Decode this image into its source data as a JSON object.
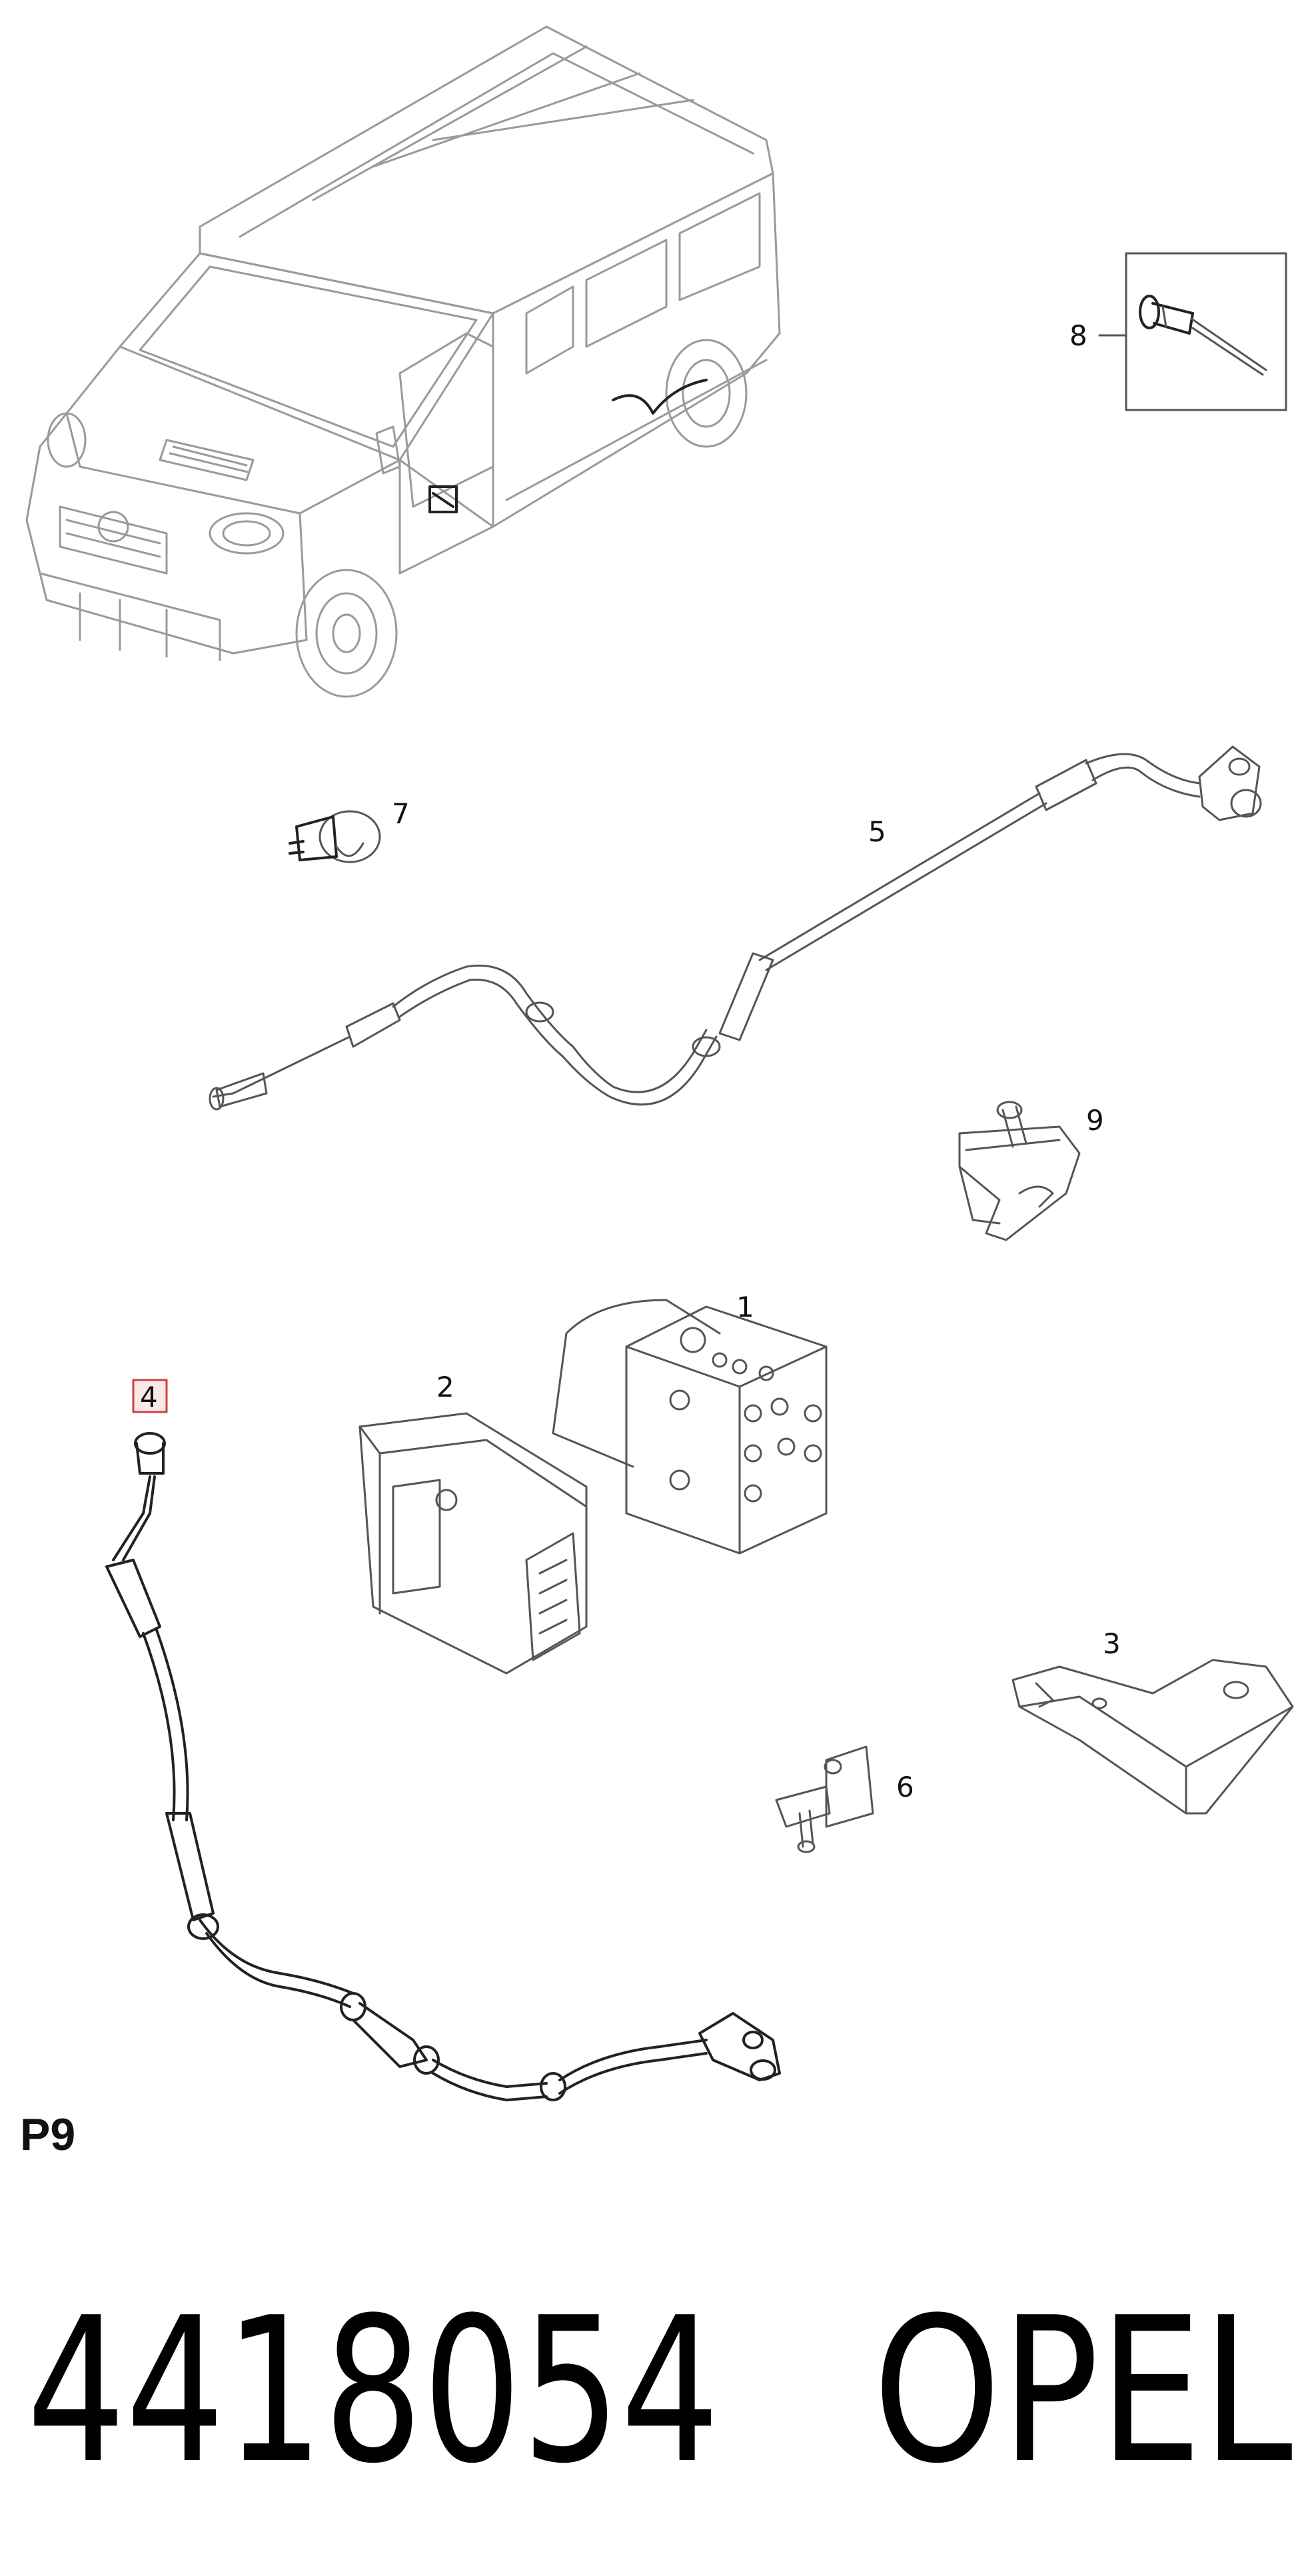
{
  "diagram": {
    "page_code": "P9",
    "part_number": "4418054",
    "brand": "OPEL",
    "callouts": {
      "c1": "1",
      "c2": "2",
      "c3": "3",
      "c4": "4",
      "c5": "5",
      "c6": "6",
      "c7": "7",
      "c8": "8",
      "c9": "9"
    },
    "colors": {
      "line": "#555555",
      "highlight_box": "#d04040",
      "text": "#111111"
    }
  }
}
